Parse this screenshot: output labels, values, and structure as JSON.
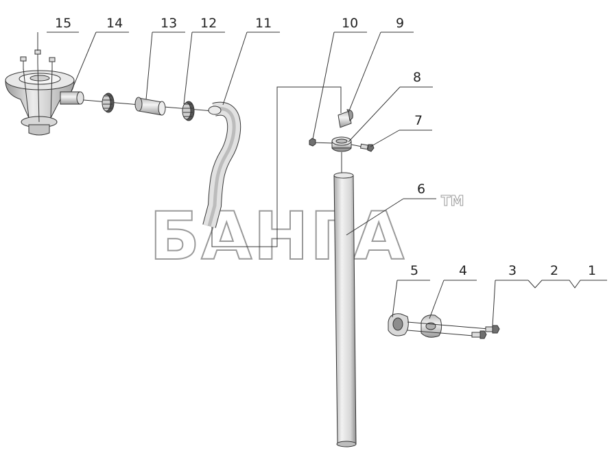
{
  "callouts": [
    {
      "id": "15",
      "label": "15"
    },
    {
      "id": "14",
      "label": "14"
    },
    {
      "id": "13",
      "label": "13"
    },
    {
      "id": "12",
      "label": "12"
    },
    {
      "id": "11",
      "label": "11"
    },
    {
      "id": "10",
      "label": "10"
    },
    {
      "id": "9",
      "label": "9"
    },
    {
      "id": "8",
      "label": "8"
    },
    {
      "id": "7",
      "label": "7"
    },
    {
      "id": "6",
      "label": "6"
    },
    {
      "id": "5",
      "label": "5"
    },
    {
      "id": "4",
      "label": "4"
    },
    {
      "id": "3",
      "label": "3"
    },
    {
      "id": "2",
      "label": "2"
    },
    {
      "id": "1",
      "label": "1"
    }
  ],
  "watermark": {
    "text": "БАНГА",
    "mark": "TM"
  }
}
